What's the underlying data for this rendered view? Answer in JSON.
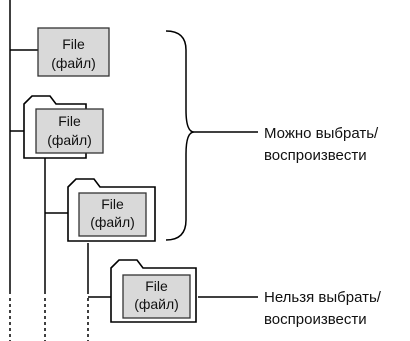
{
  "file_label": {
    "line1": "File",
    "line2": "(файл)"
  },
  "captions": {
    "selectable": {
      "line1": "Можно выбрать/",
      "line2": "воспроизвести"
    },
    "not_selectable": {
      "line1": "Нельзя выбрать/",
      "line2": "воспроизвести"
    }
  }
}
